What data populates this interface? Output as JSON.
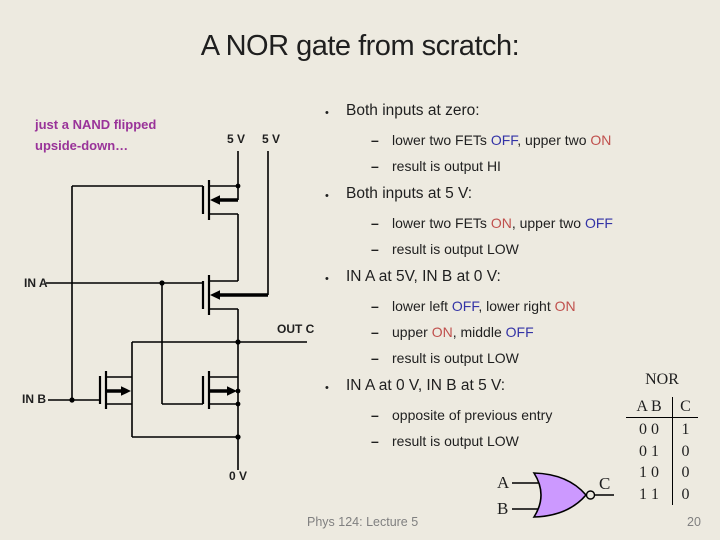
{
  "colors": {
    "background": "#EDEAE0",
    "text": "#1F1F1F",
    "purple_note": "#993399",
    "off_blue": "#3333A6",
    "on_red": "#C0504D",
    "footer_gray": "#808080",
    "gate_fill": "#CC99FF",
    "line_black": "#000000"
  },
  "slide": {
    "title": "A NOR gate from scratch:"
  },
  "glyphs": {
    "bullet": "•",
    "dash": "–"
  },
  "circuit": {
    "note": "just a NAND flipped upside-down…",
    "vdd_left": "5 V",
    "vdd_right": "5 V",
    "in_a": "IN A",
    "in_b": "IN B",
    "out_c": "OUT C",
    "gnd": "0 V"
  },
  "bullets": [
    {
      "label": "Both inputs at zero:",
      "subs": [
        {
          "segments": [
            {
              "text": "lower two FETs "
            },
            {
              "text": "OFF",
              "color": "off_blue"
            },
            {
              "text": ", upper two "
            },
            {
              "text": "ON",
              "color": "on_red"
            }
          ]
        },
        {
          "segments": [
            {
              "text": "result is output HI"
            }
          ]
        }
      ]
    },
    {
      "label": "Both inputs at 5 V:",
      "subs": [
        {
          "segments": [
            {
              "text": "lower two FETs "
            },
            {
              "text": "ON",
              "color": "on_red"
            },
            {
              "text": ", upper two "
            },
            {
              "text": "OFF",
              "color": "off_blue"
            }
          ]
        },
        {
          "segments": [
            {
              "text": "result is output LOW"
            }
          ]
        }
      ]
    },
    {
      "label": "IN A at 5V, IN B at 0 V:",
      "subs": [
        {
          "segments": [
            {
              "text": "lower left "
            },
            {
              "text": "OFF",
              "color": "off_blue"
            },
            {
              "text": ", lower right "
            },
            {
              "text": "ON",
              "color": "on_red"
            }
          ]
        },
        {
          "segments": [
            {
              "text": "upper "
            },
            {
              "text": "ON",
              "color": "on_red"
            },
            {
              "text": ", middle "
            },
            {
              "text": "OFF",
              "color": "off_blue"
            }
          ]
        },
        {
          "segments": [
            {
              "text": "result is output LOW"
            }
          ]
        }
      ]
    },
    {
      "label": "IN A at 0 V, IN B at 5 V:",
      "subs": [
        {
          "segments": [
            {
              "text": "opposite of previous entry"
            }
          ]
        },
        {
          "segments": [
            {
              "text": "result is output LOW"
            }
          ]
        }
      ]
    }
  ],
  "truth_table": {
    "title": "NOR",
    "header": {
      "inputs": "A B",
      "output": "C"
    },
    "rows": [
      {
        "inputs": "0 0",
        "output": "1"
      },
      {
        "inputs": "0 1",
        "output": "0"
      },
      {
        "inputs": "1 0",
        "output": "0"
      },
      {
        "inputs": "1 1",
        "output": "0"
      }
    ]
  },
  "gate": {
    "input_a": "A",
    "input_b": "B",
    "output": "C"
  },
  "footer": {
    "course": "Phys 124: Lecture 5",
    "page": "20"
  }
}
